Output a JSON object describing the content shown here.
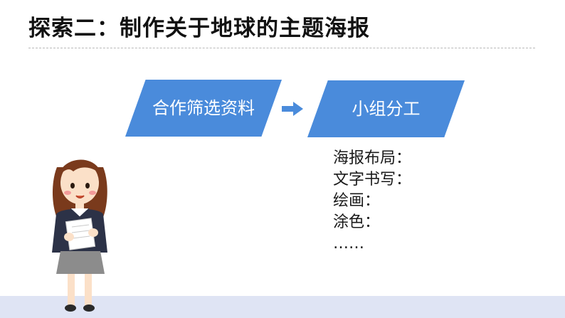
{
  "title": "探索二：制作关于地球的主题海报",
  "colors": {
    "box": "#4a8bdb",
    "ground": "#dfe4f4"
  },
  "flow": {
    "step1": "合作筛选资料",
    "step2": "小组分工"
  },
  "tasks": [
    "海报布局：",
    "文字书写：",
    "绘画：",
    "涂色：",
    "……"
  ],
  "illustration": "girl-holding-papers"
}
